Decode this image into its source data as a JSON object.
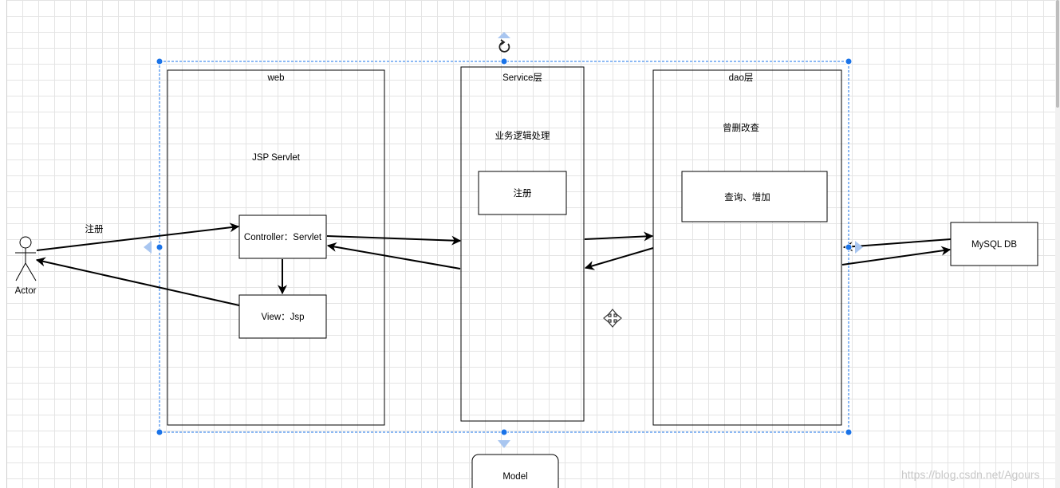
{
  "nodes": {
    "web_container": "web",
    "web_subtitle": "JSP Servlet",
    "controller": "Controller：Servlet",
    "view": "View：Jsp",
    "service_container": "Service层",
    "service_subtitle": "业务逻辑处理",
    "service_register": "注册",
    "dao_container": "dao层",
    "dao_subtitle": "曾删改查",
    "dao_query": "查询、增加",
    "mysql": "MySQL DB",
    "model": "Model",
    "actor": "Actor"
  },
  "edges": {
    "actor_to_controller_label": "注册"
  },
  "watermark": "https://blog.csdn.net/Agours",
  "colors": {
    "selection": "#1a73e8",
    "handle_fill": "#4f8fe8",
    "stroke": "#000000",
    "grid": "#e4e4e4"
  },
  "icons": {
    "rotate": "rotate-icon",
    "move": "move-icon"
  }
}
